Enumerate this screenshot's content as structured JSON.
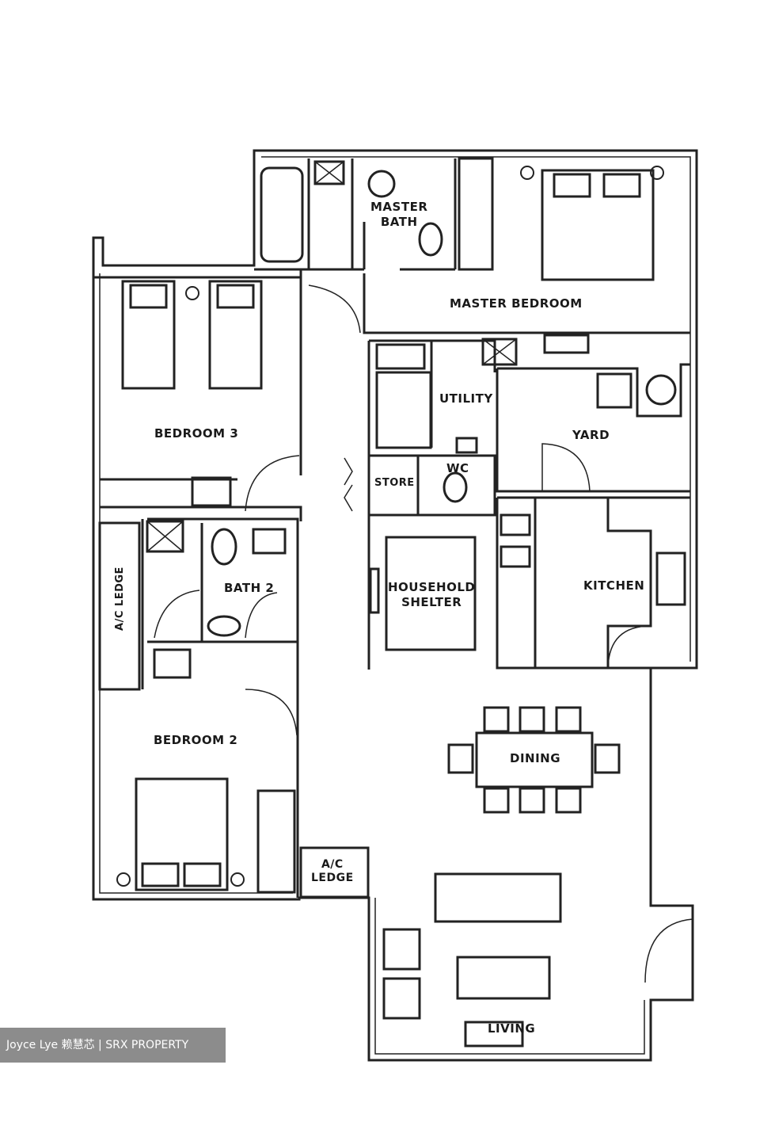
{
  "rooms": {
    "master_bath_line1": "MASTER",
    "master_bath_line2": "BATH",
    "master_bedroom": "MASTER BEDROOM",
    "bedroom3": "BEDROOM 3",
    "utility": "UTILITY",
    "yard": "YARD",
    "store": "STORE",
    "wc": "WC",
    "bath2": "BATH 2",
    "ac_ledge_vertical": "A/C LEDGE",
    "household_line1": "HOUSEHOLD",
    "household_line2": "SHELTER",
    "kitchen": "KITCHEN",
    "bedroom2": "BEDROOM 2",
    "dining": "DINING",
    "ac_ledge_line1": "A/C",
    "ac_ledge_line2": "LEDGE",
    "living": "LIVING"
  },
  "watermark": "Joyce Lye 赖慧芯 | SRX PROPERTY"
}
